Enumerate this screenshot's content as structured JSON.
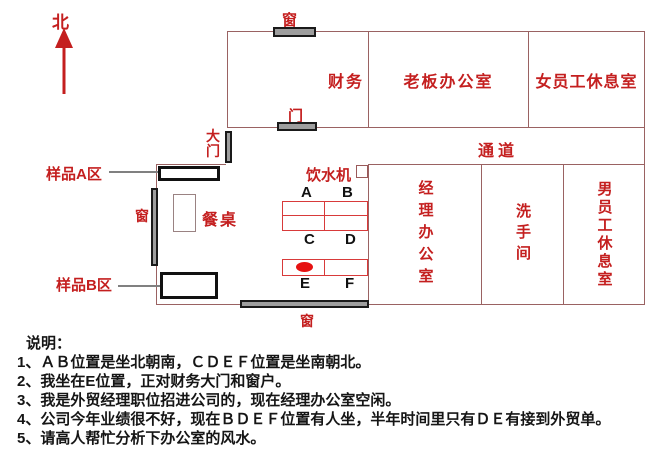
{
  "colors": {
    "label_red": "#c41f1f",
    "wall": "#9a6262",
    "desk_outline": "#d83a3a",
    "bar_fill": "#9e9e9e",
    "bar_border": "#1a1a1a",
    "seat_red": "#e61212",
    "note_text": "#151515"
  },
  "compass": {
    "north_label": "北"
  },
  "plan": {
    "top_row_rooms": [
      {
        "label": "财务"
      },
      {
        "label": "老板办公室"
      },
      {
        "label": "女员工休息室"
      }
    ],
    "corridor_label": "通道",
    "lower_rooms": [
      {
        "label": "经理办公室"
      },
      {
        "label": "洗手间"
      },
      {
        "label": "男员工休息室"
      }
    ],
    "top_window_label": "窗",
    "finance_door_label": "门",
    "main_gate_label": "大门",
    "left_window_label": "窗",
    "bottom_window_label": "窗",
    "sample_a_label": "样品A区",
    "sample_b_label": "样品B区",
    "dining_table_label": "餐桌",
    "water_dispenser_label": "饮水机",
    "desk_labels": {
      "a": "A",
      "b": "B",
      "c": "C",
      "d": "D",
      "e": "E",
      "f": "F"
    }
  },
  "notes": {
    "title": "说明：",
    "items": [
      "1、ＡＢ位置是坐北朝南，ＣＤＥＦ位置是坐南朝北。",
      "2、我坐在E位置，正对财务大门和窗户。",
      "3、我是外贸经理职位招进公司的，现在经理办公室空闲。",
      "4、公司今年业绩很不好，现在ＢＤＥＦ位置有人坐，半年时间里只有ＤＥ有接到外贸单。",
      "5、请高人帮忙分析下办公室的风水。"
    ]
  }
}
